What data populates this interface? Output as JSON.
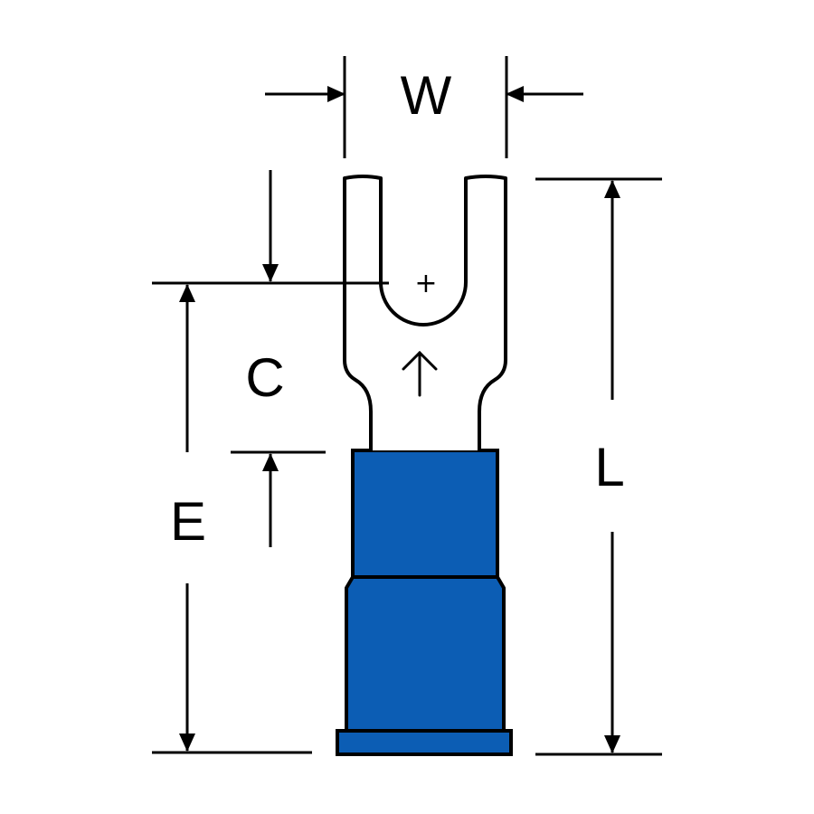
{
  "labels": {
    "width": "W",
    "c": "C",
    "e": "E",
    "length": "L"
  },
  "colors": {
    "insulation": "#0c5db4",
    "line": "#000000",
    "metal": "#ffffff",
    "background": "#ffffff"
  },
  "icons": {
    "center_mark": "crosshair-plus-icon",
    "flow_arrow": "arrow-up-icon"
  }
}
